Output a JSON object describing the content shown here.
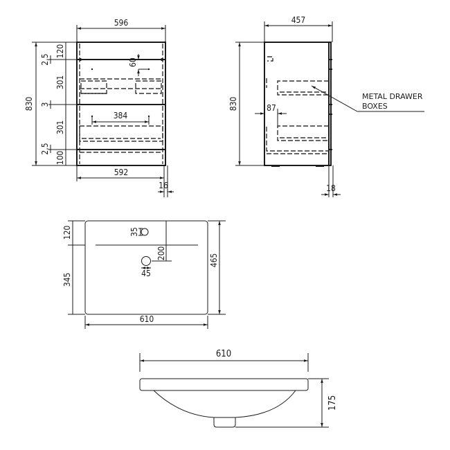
{
  "front_view": {
    "width_top": "596",
    "width_bottom": "592",
    "overall_height": "830",
    "side_offset": "16",
    "segments": [
      "120",
      "301",
      "301",
      "100"
    ],
    "gaps": [
      "2,5",
      "3",
      "2,5"
    ],
    "handle_offset": "60",
    "handle_spacing": "384"
  },
  "side_view": {
    "depth": "457",
    "overall_height": "830",
    "drawer_inset": "87",
    "door_thickness": "18",
    "callout_line1": "METAL DRAWER",
    "callout_line2": "BOXES"
  },
  "basin_top_view": {
    "width": "610",
    "depth": "465",
    "back_to_centerline": "120",
    "front_to_centerline": "345",
    "tap_hole_dia": "35",
    "waste_dia": "45",
    "tap_to_waste": "200"
  },
  "basin_side_view": {
    "width": "610",
    "height": "175"
  }
}
